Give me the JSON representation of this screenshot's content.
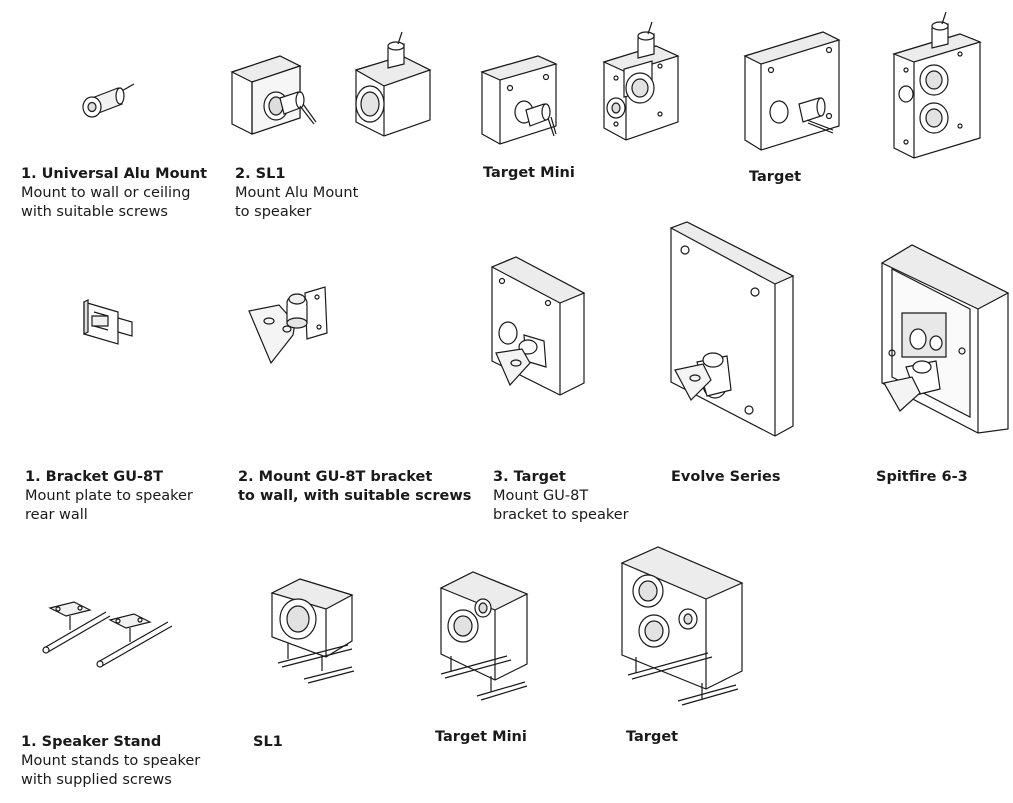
{
  "colors": {
    "line": "#1a1a1a",
    "face_light": "#ffffff",
    "face_mid": "#ececec",
    "face_dark": "#d2d2d2"
  },
  "row1": {
    "c1": {
      "title": "1. Universal Alu Mount",
      "line1": "Mount to wall or ceiling",
      "line2": "with suitable screws"
    },
    "c2": {
      "title": "2. SL1",
      "line1": "Mount Alu Mount",
      "line2": "to speaker"
    },
    "c3": {
      "title": "Target Mini"
    },
    "c4": {
      "title": "Target"
    }
  },
  "row2": {
    "c1": {
      "title": "1. Bracket GU-8T",
      "line1": "Mount plate to speaker",
      "line2": "rear wall"
    },
    "c2": {
      "title": "2. Mount GU-8T bracket",
      "title2": "to wall, with suitable screws"
    },
    "c3": {
      "title": "3.  Target",
      "line1": "Mount GU-8T",
      "line2": "bracket to speaker"
    },
    "c4": {
      "title": "Evolve Series"
    },
    "c5": {
      "title": "Spitfire 6-3"
    }
  },
  "row3": {
    "c1": {
      "title": "1. Speaker Stand",
      "line1": "Mount stands to speaker",
      "line2": "with supplied screws"
    },
    "c2": {
      "title": "SL1"
    },
    "c3": {
      "title": "Target Mini"
    },
    "c4": {
      "title": "Target"
    }
  }
}
